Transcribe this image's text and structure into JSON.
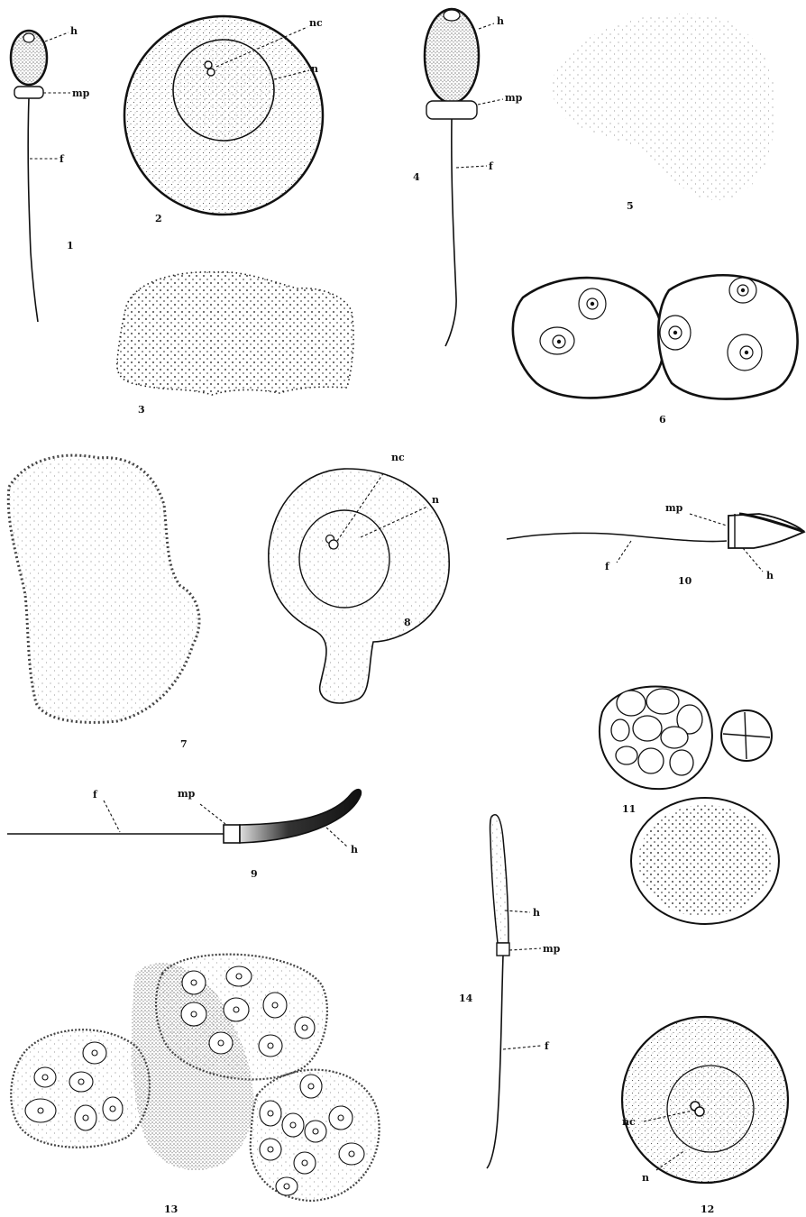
{
  "figures": [
    {
      "number": "1",
      "labels": [
        "h",
        "mp",
        "f"
      ]
    },
    {
      "number": "2",
      "labels": [
        "nc",
        "n"
      ]
    },
    {
      "number": "3",
      "labels": []
    },
    {
      "number": "4",
      "labels": [
        "h",
        "mp",
        "f"
      ]
    },
    {
      "number": "5",
      "labels": []
    },
    {
      "number": "6",
      "labels": []
    },
    {
      "number": "7",
      "labels": []
    },
    {
      "number": "8",
      "labels": [
        "nc",
        "n"
      ]
    },
    {
      "number": "9",
      "labels": [
        "f",
        "mp",
        "h"
      ]
    },
    {
      "number": "10",
      "labels": [
        "mp",
        "f",
        "h"
      ]
    },
    {
      "number": "11",
      "labels": []
    },
    {
      "number": "12",
      "labels": [
        "nc",
        "n"
      ]
    },
    {
      "number": "13",
      "labels": []
    },
    {
      "number": "14",
      "labels": [
        "h",
        "mp",
        "f"
      ]
    }
  ]
}
